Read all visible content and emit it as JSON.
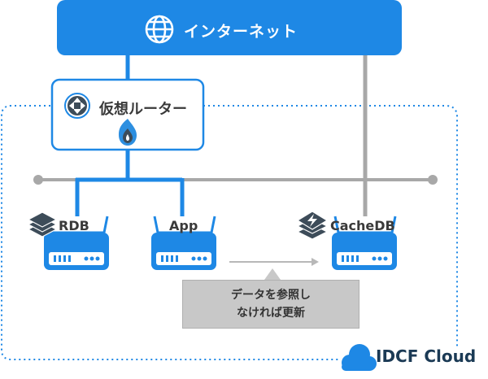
{
  "colors": {
    "brand_blue": "#1e88e5",
    "line_gray": "#a8a8a8",
    "icon_dark": "#3d4c59",
    "note_bg": "#c8c8c8",
    "flame_blue": "#2d8fe0"
  },
  "internet": {
    "label": "インターネット",
    "icon": "globe-icon"
  },
  "router": {
    "label": "仮想ルーター",
    "icon": "router-icon",
    "badge_icon": "flame-icon"
  },
  "servers": {
    "rdb": {
      "label": "RDB",
      "icon": "layered-db-icon"
    },
    "app": {
      "label": "App"
    },
    "cache": {
      "label": "CacheDB",
      "icon": "layered-bolt-icon"
    }
  },
  "note": {
    "line1": "データを参照し",
    "line2": "なければ更新"
  },
  "cloud": {
    "label": "IDCF Cloud",
    "icon": "cloud-icon"
  }
}
